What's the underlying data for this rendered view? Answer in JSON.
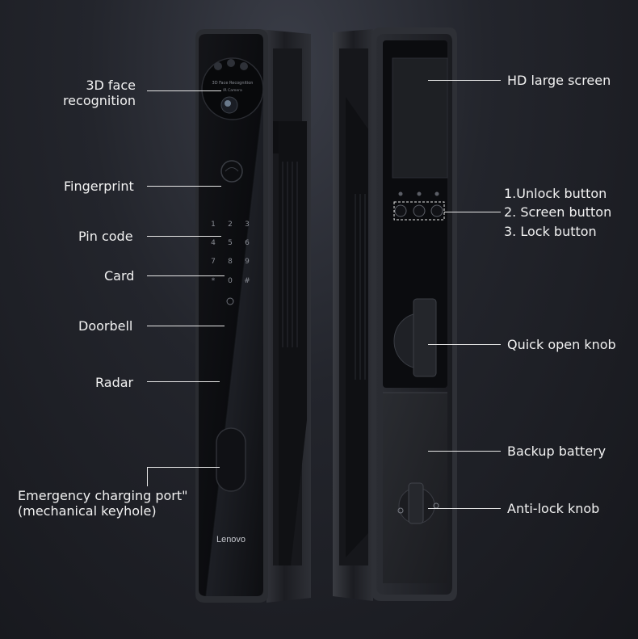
{
  "brand": "Lenovo",
  "camera_text": {
    "line1": "3D Face Recognition",
    "line2": "IR Camera"
  },
  "keypad": [
    "1",
    "2",
    "3",
    "4",
    "5",
    "6",
    "7",
    "8",
    "9",
    "*",
    "0",
    "#"
  ],
  "labels_left": {
    "face": "3D face\nrecognition",
    "fingerprint": "Fingerprint",
    "pin": "Pin code",
    "card": "Card",
    "doorbell": "Doorbell",
    "radar": "Radar",
    "charging": "Emergency charging port\"\n(mechanical keyhole)"
  },
  "labels_right": {
    "screen": "HD large screen",
    "unlock": "1.Unlock button",
    "screen_btn": "2. Screen button",
    "lock": "3. Lock button",
    "quick": "Quick open knob",
    "battery": "Backup battery",
    "antilock": "Anti-lock knob"
  }
}
